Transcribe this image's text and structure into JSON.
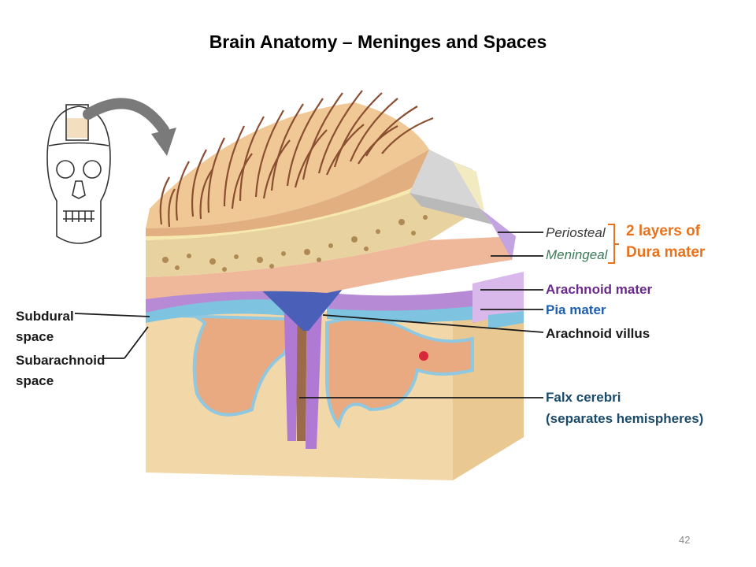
{
  "slide": {
    "title": "Brain Anatomy – Meninges and Spaces",
    "page_number": "42"
  },
  "labels": {
    "periosteal": "Periosteal",
    "meningeal": "Meningeal",
    "dura_line1": "2 layers of",
    "dura_line2": "Dura mater",
    "arachnoid_mater": "Arachnoid mater",
    "pia_mater": "Pia mater",
    "arachnoid_villus": "Arachnoid villus",
    "falx_line1": "Falx cerebri",
    "falx_line2": "(separates hemispheres)",
    "subdural_line1": "Subdural",
    "subdural_line2": "space",
    "subarachnoid_line1": "Subarachnoid",
    "subarachnoid_line2": "space"
  },
  "colors": {
    "periosteal_text": "#3a3a3a",
    "meningeal_text": "#3d7a5a",
    "dura_text": "#e8731f",
    "arachnoid_text": "#6a2a8a",
    "pia_text": "#1f5fb0",
    "villus_text": "#1a1a1a",
    "falx_text": "#1a4a6a",
    "space_text": "#1a1a1a"
  }
}
